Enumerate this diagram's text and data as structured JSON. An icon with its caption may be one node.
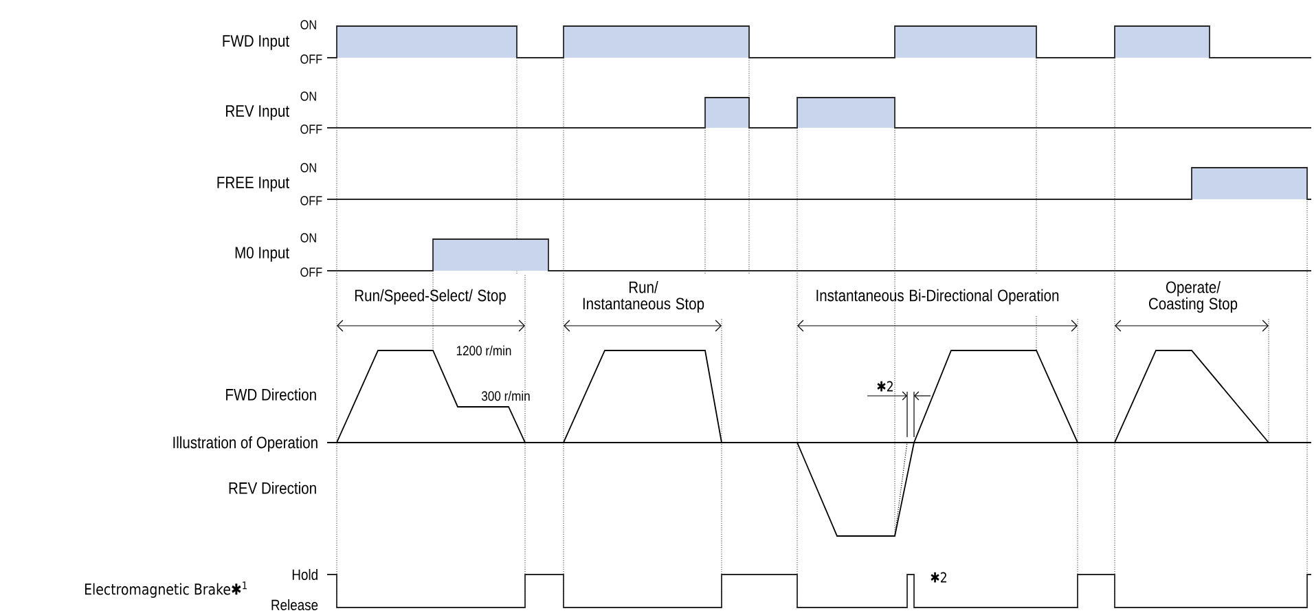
{
  "diagram": {
    "labels": [
      "FWD Input",
      "ON",
      "OFF",
      "REV Input",
      "ON",
      "OFF",
      "FREE Input",
      "ON",
      "OFF",
      "M0 Input",
      "ON",
      "OFF",
      "Run/Speed-Select/ Stop",
      "Run/ Instantaneous Stop",
      "Instantaneous Bi-Directional Operation",
      "Operate/ Coasting Stop",
      "1200 r/min",
      "FWD Direction",
      "300 r/min",
      "✱2",
      "Illustration of Operation",
      "REV Direction",
      "Hold",
      "Electromagnetic Brake✱$^{1}$",
      "✱2",
      "Release"
    ]
  }
}
